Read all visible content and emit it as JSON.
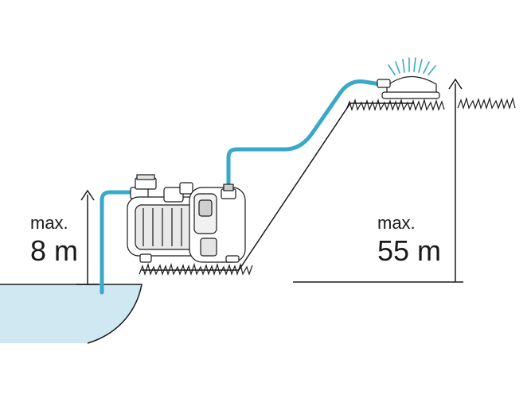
{
  "labels": {
    "suction_max": "max.",
    "suction_value": "8 m",
    "delivery_max": "max.",
    "delivery_value": "55 m"
  },
  "colors": {
    "hose": "#3aa8c8",
    "water": "#cfe8f2",
    "line": "#1a1a1a",
    "pump_body": "#ffffff",
    "pump_detail": "#cfcfcf"
  },
  "icons": {
    "pump": "garden-pump-icon",
    "sprinkler": "sprinkler-icon"
  }
}
